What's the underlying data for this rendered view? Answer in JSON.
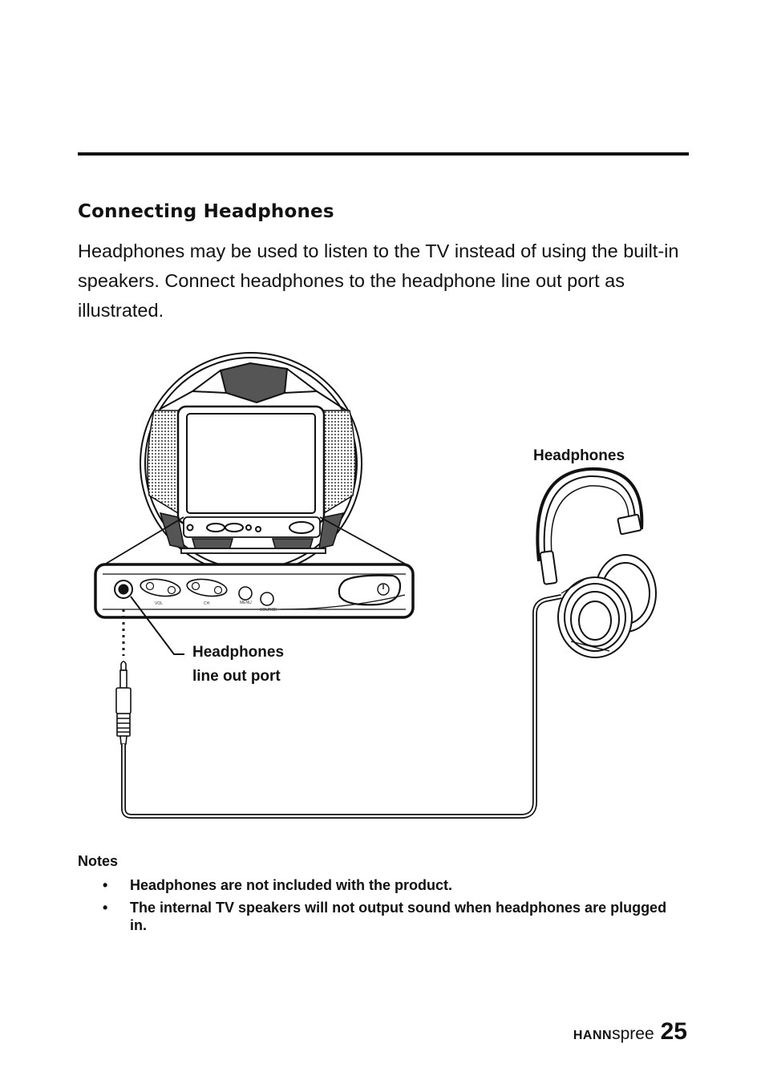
{
  "section": {
    "title": "Connecting Headphones",
    "intro": "Headphones may be used to listen to the TV instead of using the built-in speakers. Connect headphones to the headphone line out port as illustrated."
  },
  "figure": {
    "headphones_label": "Headphones",
    "port_label_line1": "Headphones",
    "port_label_line2": "line out port",
    "panel_labels": {
      "vol": "VOL",
      "ch": "CH",
      "menu": "MENU",
      "source": "SOURCE"
    }
  },
  "notes": {
    "title": "Notes",
    "bullet": "•",
    "items": [
      "Headphones are not included with the product.",
      "The internal TV speakers will not output sound when headphones are plugged in."
    ]
  },
  "footer": {
    "brand_bold": "HANN",
    "brand_light": "spree",
    "page_number": "25"
  }
}
